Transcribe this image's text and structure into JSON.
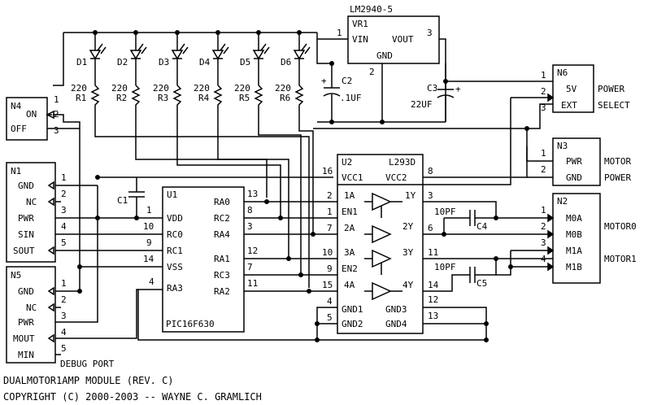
{
  "title_line1": "DUALMOTOR1AMP MODULE (REV. C)",
  "title_line2": "COPYRIGHT (C) 2000-2003 -- WAYNE C. GRAMLICH",
  "connectors": {
    "n4": {
      "ref": "N4",
      "pins": [
        "1",
        "2",
        "3"
      ],
      "labels": [
        "ON",
        "OFF"
      ]
    },
    "n1": {
      "ref": "N1",
      "pins": [
        "1",
        "2",
        "3",
        "4",
        "5"
      ],
      "labels": [
        "GND",
        "NC",
        "PWR",
        "SIN",
        "SOUT"
      ]
    },
    "n5": {
      "ref": "N5",
      "pins": [
        "1",
        "2",
        "3",
        "4",
        "5"
      ],
      "labels": [
        "GND",
        "NC",
        "PWR",
        "MOUT",
        "MIN"
      ],
      "caption": "DEBUG PORT"
    },
    "n6": {
      "ref": "N6",
      "pins": [
        "1",
        "2",
        "3"
      ],
      "labels": [
        "5V",
        "EXT"
      ],
      "caption1": "POWER",
      "caption2": "SELECT"
    },
    "n3": {
      "ref": "N3",
      "pins": [
        "1",
        "2"
      ],
      "labels": [
        "PWR",
        "GND"
      ],
      "caption1": "MOTOR",
      "caption2": "POWER"
    },
    "n2": {
      "ref": "N2",
      "pins": [
        "1",
        "2",
        "3",
        "4"
      ],
      "labels": [
        "M0A",
        "M0B",
        "M1A",
        "M1B"
      ],
      "caption1": "MOTOR0",
      "caption2": "MOTOR1"
    }
  },
  "vr1": {
    "part": "LM2940-5",
    "ref": "VR1",
    "vin": "VIN",
    "vout": "VOUT",
    "gnd": "GND",
    "pins": [
      "1",
      "2",
      "3"
    ]
  },
  "c2": {
    "ref": "C2",
    "value": ".1UF",
    "plus": "+"
  },
  "c3": {
    "ref": "C3",
    "value": "22UF",
    "plus": "+"
  },
  "c1": {
    "ref": "C1"
  },
  "c4": {
    "ref": "C4",
    "value": "10PF"
  },
  "c5": {
    "ref": "C5",
    "value": "10PF"
  },
  "leds": [
    {
      "ref": "D1"
    },
    {
      "ref": "D2"
    },
    {
      "ref": "D3"
    },
    {
      "ref": "D4"
    },
    {
      "ref": "D5"
    },
    {
      "ref": "D6"
    }
  ],
  "resistors": [
    {
      "value": "220",
      "ref": "R1"
    },
    {
      "value": "220",
      "ref": "R2"
    },
    {
      "value": "220",
      "ref": "R3"
    },
    {
      "value": "220",
      "ref": "R4"
    },
    {
      "value": "220",
      "ref": "R5"
    },
    {
      "value": "220",
      "ref": "R6"
    }
  ],
  "u1": {
    "ref": "U1",
    "part": "PIC16F630",
    "left_pins": [
      {
        "num": "1",
        "name": "VDD"
      },
      {
        "num": "10",
        "name": "RC0"
      },
      {
        "num": "9",
        "name": "RC1"
      },
      {
        "num": "14",
        "name": "VSS"
      },
      {
        "num": "4",
        "name": "RA3"
      }
    ],
    "right_pins": [
      {
        "num": "13",
        "name": "RA0"
      },
      {
        "num": "8",
        "name": "RC2"
      },
      {
        "num": "3",
        "name": "RA4"
      },
      {
        "num": "12",
        "name": "RA1"
      },
      {
        "num": "7",
        "name": "RC3"
      },
      {
        "num": "11",
        "name": "RA2"
      }
    ]
  },
  "u2": {
    "ref": "U2",
    "part": "L293D",
    "left_pins": [
      {
        "num": "16",
        "name": "VCC1"
      },
      {
        "num": "2",
        "name": "1A"
      },
      {
        "num": "1",
        "name": "EN1"
      },
      {
        "num": "7",
        "name": "2A"
      },
      {
        "num": "10",
        "name": "3A"
      },
      {
        "num": "9",
        "name": "EN2"
      },
      {
        "num": "15",
        "name": "4A"
      },
      {
        "num": "4",
        "name": "GND1"
      },
      {
        "num": "5",
        "name": "GND2"
      }
    ],
    "right_pins": [
      {
        "num": "8",
        "name": "VCC2"
      },
      {
        "num": "3",
        "name": "1Y"
      },
      {
        "num": "6",
        "name": "2Y"
      },
      {
        "num": "11",
        "name": "3Y"
      },
      {
        "num": "14",
        "name": "4Y"
      },
      {
        "num": "12",
        "name": "GND3"
      },
      {
        "num": "13",
        "name": "GND4"
      }
    ]
  }
}
